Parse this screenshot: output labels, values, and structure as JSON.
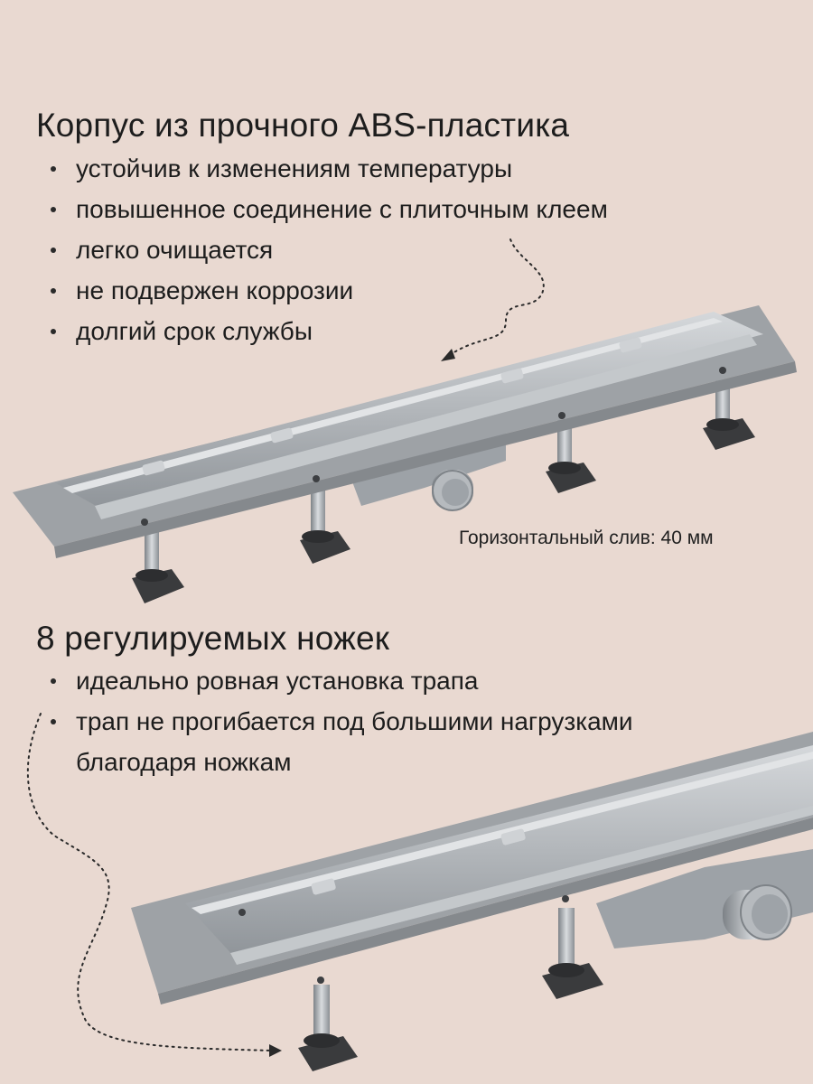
{
  "section1": {
    "heading": "Корпус из прочного ABS-пластика",
    "bullets": [
      "устойчив к изменениям температуры",
      "повышенное соединение с плиточным клеем",
      "легко очищается",
      "не подвержен коррозии",
      "долгий срок службы"
    ]
  },
  "drain_caption": "Горизонтальный слив: 40 мм",
  "section2": {
    "heading": "8 регулируемых ножек",
    "bullets": [
      "идеально ровная установка трапа",
      "трап не прогибается под большими нагрузками",
      "благодаря ножкам"
    ]
  },
  "colors": {
    "background": "#e9d9d1",
    "body_gray": "#a9adb1",
    "foot_dark": "#3a3b3d"
  }
}
